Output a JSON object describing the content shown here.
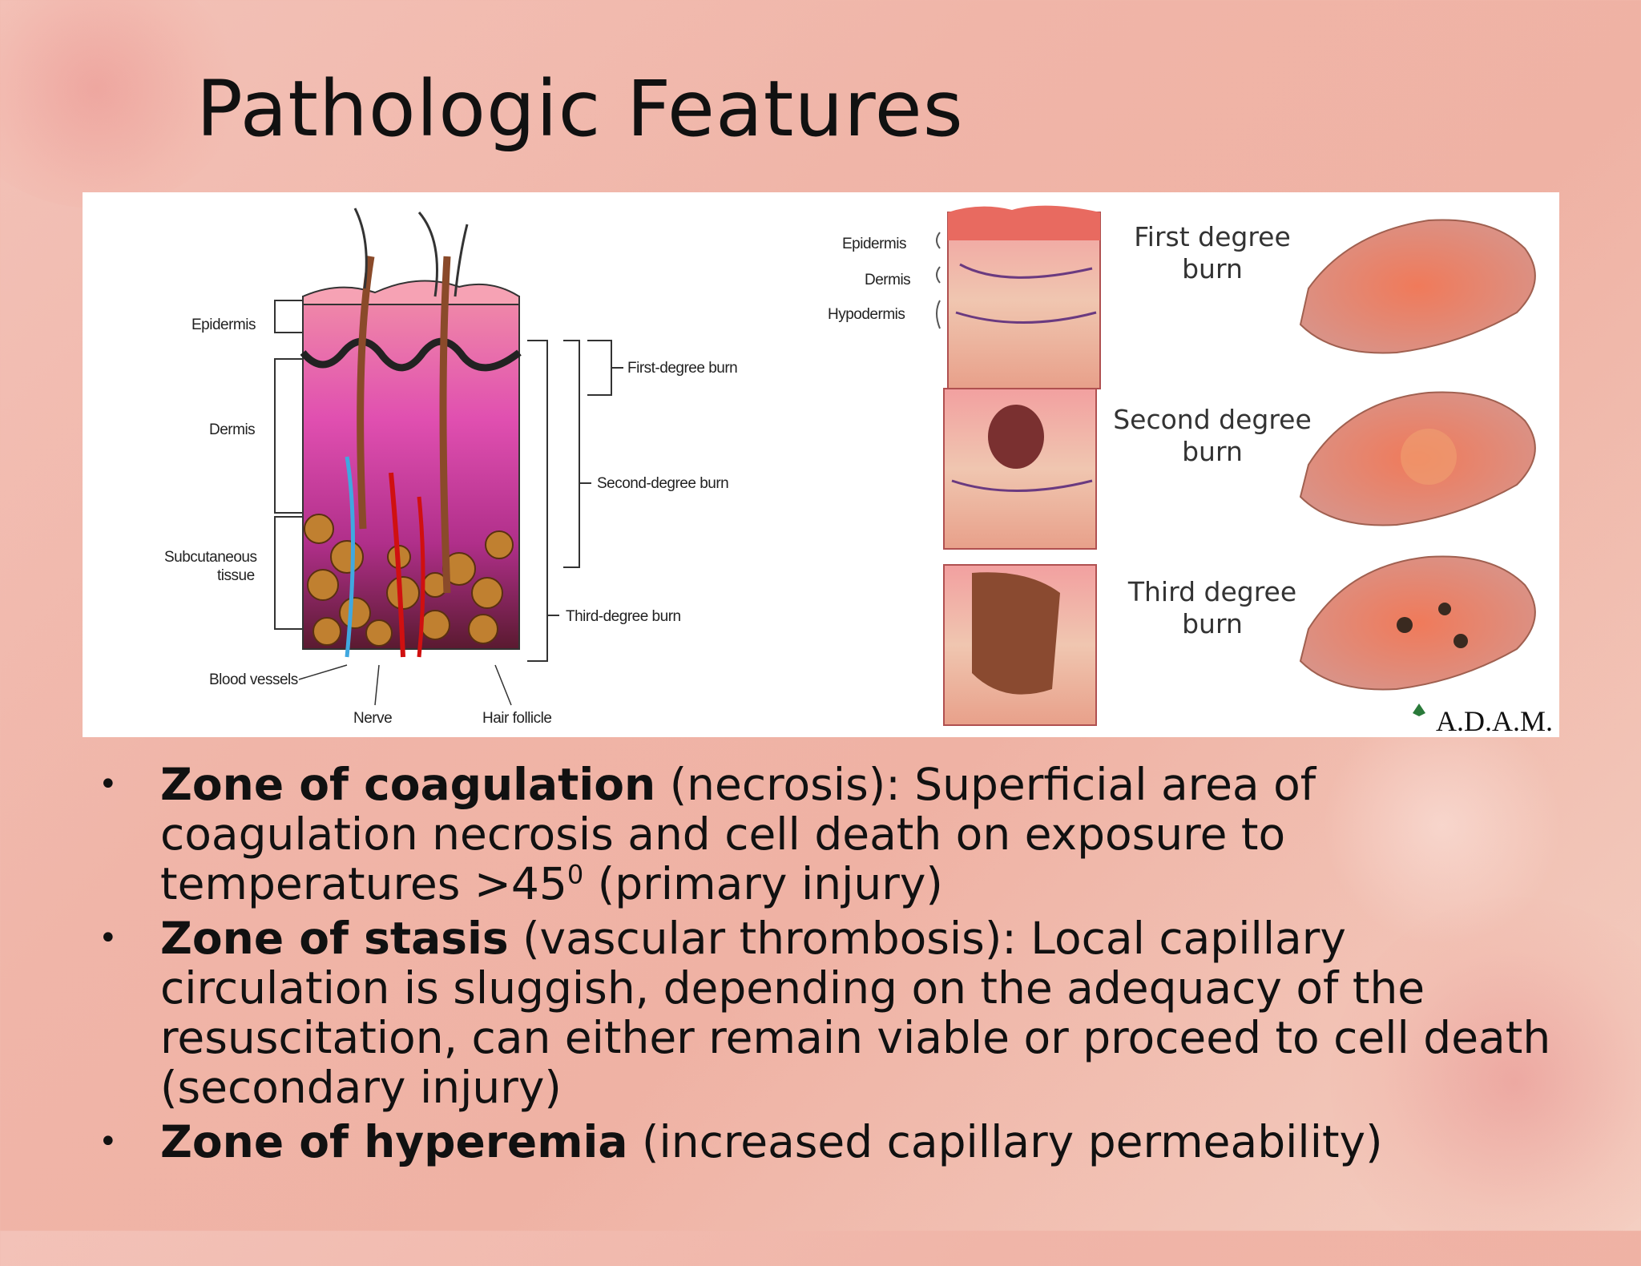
{
  "slide": {
    "title": "Pathologic Features"
  },
  "figure": {
    "left_diagram": {
      "labels_left": [
        "Epidermis",
        "Dermis",
        "Subcutaneous",
        "tissue",
        "Blood vessels"
      ],
      "labels_bottom": [
        "Nerve",
        "Hair follicle"
      ],
      "labels_right": [
        "First-degree burn",
        "Second-degree burn",
        "Third-degree burn"
      ]
    },
    "right_diagram": {
      "layer_labels": [
        "Epidermis",
        "Dermis",
        "Hypodermis"
      ],
      "captions": [
        {
          "line1": "First degree",
          "line2": "burn"
        },
        {
          "line1": "Second degree",
          "line2": "burn"
        },
        {
          "line1": "Third degree",
          "line2": "burn"
        }
      ],
      "credit": "A.D.A.M."
    }
  },
  "bullets": [
    {
      "bold": "Zone of coagulation",
      "text_before_sup": " (necrosis): Superficial area of coagulation necrosis and cell death on exposure to temperatures >45",
      "sup": "0",
      "text_after_sup": " (primary injury)"
    },
    {
      "bold": "Zone of stasis",
      "text": " (vascular thrombosis): Local capillary circulation is sluggish, depending on the adequacy of the resuscitation, can either remain viable or proceed to cell death (secondary injury)"
    },
    {
      "bold": "Zone of hyperemia",
      "text": " (increased capillary permeability)"
    }
  ],
  "colors": {
    "background": "#efb2a4",
    "text": "#111111",
    "figure_bg": "#ffffff"
  }
}
